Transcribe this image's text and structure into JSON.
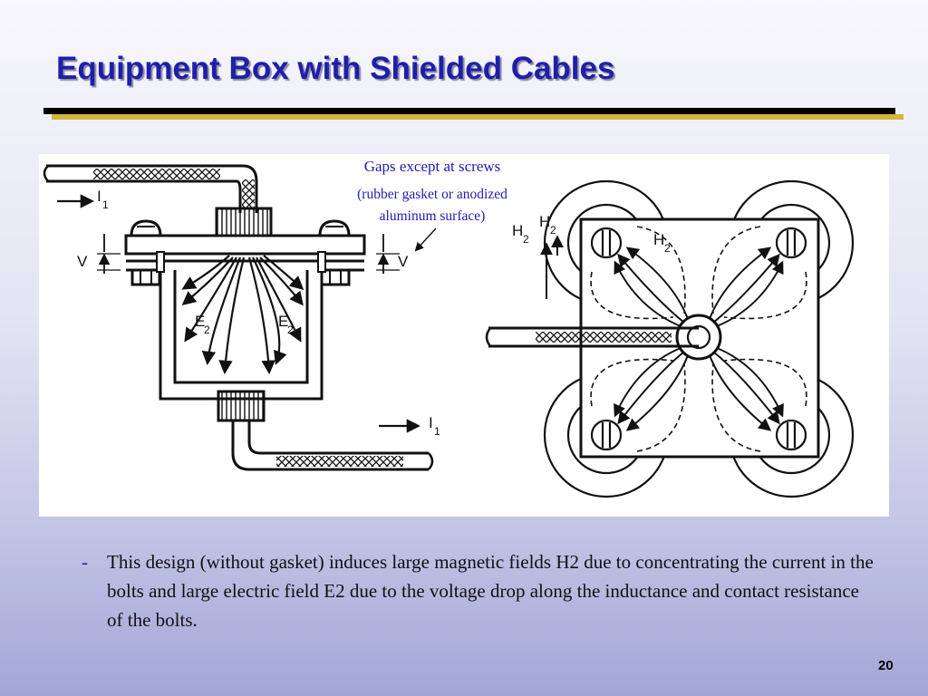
{
  "slide": {
    "title": "Equipment Box with Shielded Cables",
    "page_number": "20"
  },
  "figure": {
    "caption_line1": "Gaps except at screws",
    "caption_line2": "(rubber gasket or anodized aluminum surface)",
    "labels": {
      "current": "I",
      "current_sub": "1",
      "voltage": "V",
      "field_e": "E",
      "field_e_sub": "2",
      "field_h": "H",
      "field_h_sub": "2"
    }
  },
  "body": {
    "bullet_marker": "-",
    "bullet_text": "This design (without gasket) induces large magnetic fields H2 due to concentrating the current in the bolts and large electric field E2 due to the voltage drop along the inductance and contact resistance of the bolts."
  }
}
